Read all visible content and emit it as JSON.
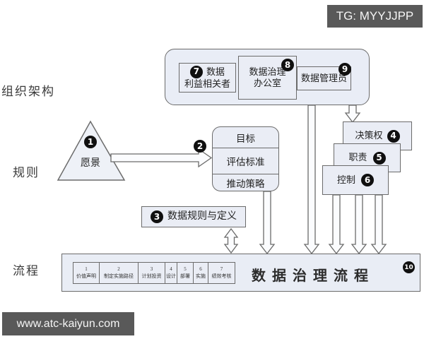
{
  "watermarks": {
    "top_right": "TG: MYYJJPP",
    "bottom_left": "www.atc-kaiyun.com"
  },
  "row_labels": {
    "organization": "组织架构",
    "rules": "规则",
    "process": "流程"
  },
  "organization": {
    "stakeholders": {
      "num": "7",
      "line1": "数据",
      "line2": "利益相关者"
    },
    "office": {
      "num": "8",
      "line1": "数据治理",
      "line2": "办公室"
    },
    "steward": {
      "num": "9",
      "label": "数据管理员"
    }
  },
  "vision": {
    "num": "1",
    "label": "愿景"
  },
  "arrow_to_goals_num": "2",
  "goals_box": {
    "row1": "目标",
    "row2": "评估标准",
    "row3": "推动策略"
  },
  "rules_box": {
    "num": "3",
    "label": "数据规则与定义"
  },
  "decision_rights": {
    "num": "4",
    "label": "决策权"
  },
  "duties": {
    "num": "5",
    "label": "职责"
  },
  "controls": {
    "num": "6",
    "label": "控制"
  },
  "process_bar": {
    "num": "10",
    "title": "数据治理流程",
    "steps": [
      {
        "num": "1",
        "label": "价值声明"
      },
      {
        "num": "2",
        "label": "制定实施路径"
      },
      {
        "num": "3",
        "label": "计划投资"
      },
      {
        "num": "4",
        "label": "设计"
      },
      {
        "num": "5",
        "label": "部署"
      },
      {
        "num": "6",
        "label": "实施"
      },
      {
        "num": "7",
        "label": "绩效考核"
      }
    ]
  },
  "colors": {
    "box_fill": "#eaedf5",
    "box_border": "#6b6b6b",
    "badge_bg": "#101010",
    "watermark_bg": "#595959",
    "background": "#ffffff"
  }
}
